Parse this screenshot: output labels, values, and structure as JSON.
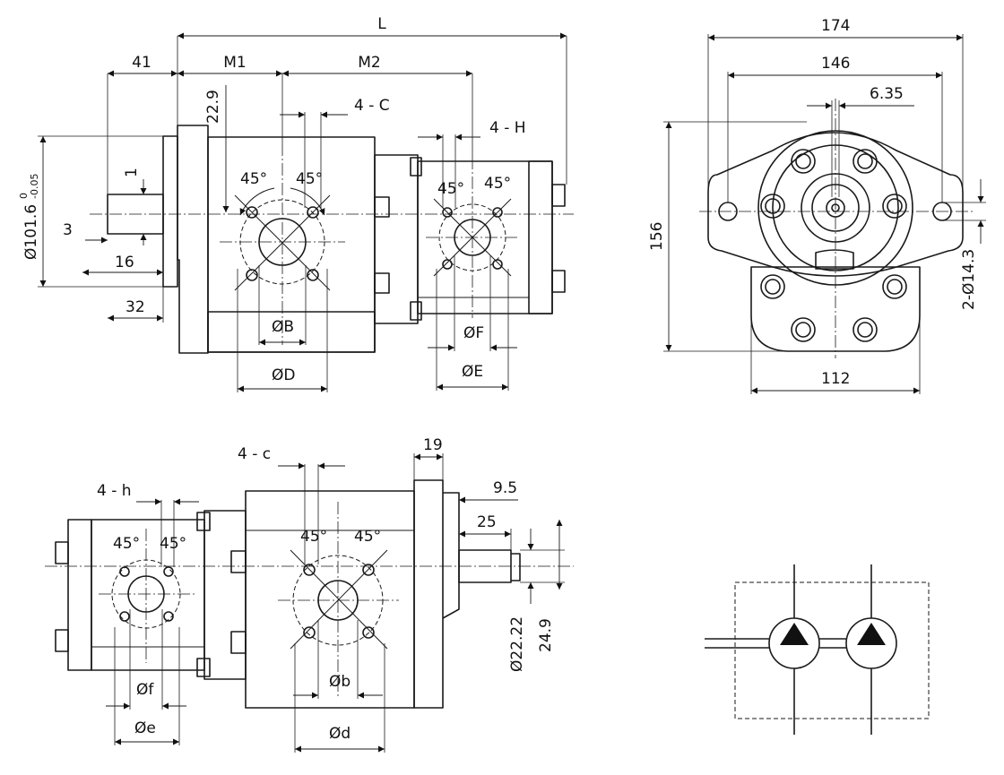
{
  "top_view": {
    "dim_L": "L",
    "dim_41": "41",
    "dim_M1": "M1",
    "dim_M2": "M2",
    "dim_22_9": "22.9",
    "dim_4C": "4 - C",
    "dim_4H": "4 - H",
    "dim_pilot": "Ø101.6",
    "dim_pilot_tol_upper": "0",
    "dim_pilot_tol_lower": "-0.05",
    "dim_1": "1",
    "dim_3": "3",
    "dim_16": "16",
    "dim_32": "32",
    "angle_a": "45°",
    "angle_b": "45°",
    "angle_c": "45°",
    "angle_d": "45°",
    "dim_B": "ØB",
    "dim_D": "ØD",
    "dim_F": "ØF",
    "dim_E": "ØE"
  },
  "end_view": {
    "dim_174": "174",
    "dim_146": "146",
    "dim_6_35": "6.35",
    "dim_156": "156",
    "dim_14_3": "2-Ø14.3",
    "dim_112": "112"
  },
  "bottom_view": {
    "dim_4c": "4 - c",
    "dim_4h": "4 - h",
    "dim_19": "19",
    "dim_9_5": "9.5",
    "dim_25": "25",
    "dim_22_22": "Ø22.22",
    "dim_24_9": "24.9",
    "angle_a": "45°",
    "angle_b": "45°",
    "angle_c": "45°",
    "angle_d": "45°",
    "dim_f": "Øf",
    "dim_e": "Øe",
    "dim_b": "Øb",
    "dim_d": "Ød"
  }
}
